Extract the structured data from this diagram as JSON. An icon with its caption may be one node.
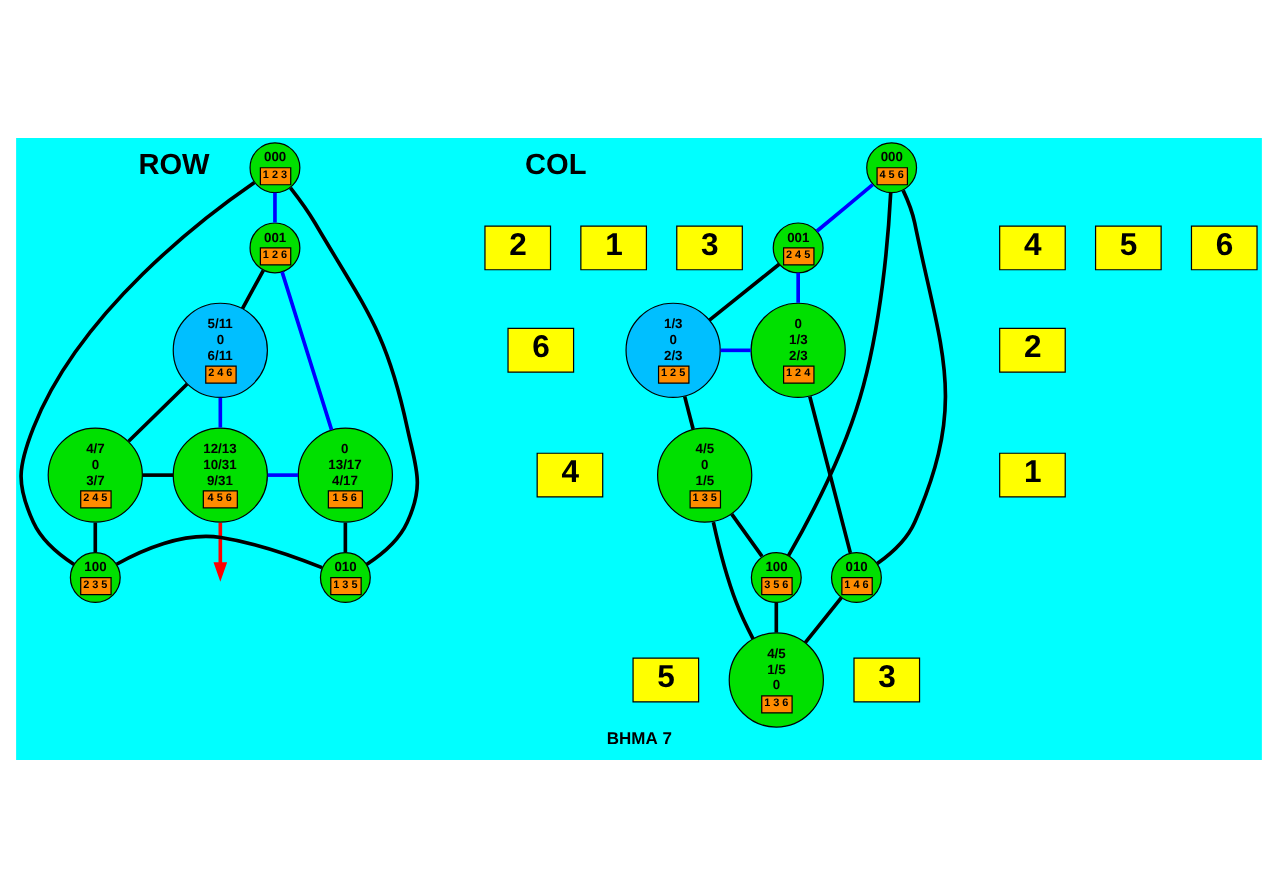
{
  "diagram": {
    "caption": "ΒΗΜΑ 7",
    "nodes": [
      {
        "text": [
          "000",
          "1 2 3"
        ]
      },
      {
        "text": [
          "001",
          "1 2 6"
        ]
      },
      {
        "text": [
          "5/11",
          "0",
          "6/11",
          "2 4 6"
        ]
      },
      {
        "text": [
          "4/7",
          "0",
          "3/7",
          "2 4 5"
        ]
      },
      {
        "text": [
          "12/13",
          "10/31",
          "9/31",
          "4 5 6"
        ]
      },
      {
        "text": [
          "0",
          "13/17",
          "4/17",
          "1 5 6"
        ]
      },
      {
        "text": [
          "100",
          "2 3 5"
        ]
      },
      {
        "text": [
          "010",
          "1 3 5"
        ]
      },
      {
        "text": [
          "000",
          "4 5 6"
        ]
      },
      {
        "text": [
          "001",
          "2 4 5"
        ]
      },
      {
        "text": [
          "1/3",
          "0",
          "2/3",
          "1 2 5"
        ]
      },
      {
        "text": [
          "0",
          "1/3",
          "2/3",
          "1 2 4"
        ]
      },
      {
        "text": [
          "4/5",
          "0",
          "1/5",
          "1 3 5"
        ]
      },
      {
        "text": [
          "4/5",
          "1/5",
          "0",
          "1 3 6"
        ]
      },
      {
        "text": [
          "100",
          "3 5 6"
        ]
      },
      {
        "text": [
          "010",
          "1 4 6"
        ]
      },
      {
        "text": [
          "2"
        ]
      },
      {
        "text": [
          "1"
        ]
      },
      {
        "text": [
          "6"
        ]
      },
      {
        "text": [
          "4"
        ]
      },
      {
        "text": [
          "5"
        ]
      },
      {
        "text": [
          "3"
        ]
      },
      {
        "text": [
          "4"
        ]
      },
      {
        "text": [
          "5"
        ]
      },
      {
        "text": [
          "2"
        ]
      },
      {
        "text": [
          "1"
        ]
      },
      {
        "text": [
          "3"
        ]
      },
      {
        "text": [
          "6"
        ]
      }
    ],
    "edges": [
      {
        "from": 0,
        "to": 6,
        "arrow": "none"
      },
      {
        "from": 0,
        "to": 7,
        "arrow": "none"
      },
      {
        "from": 0,
        "to": 1,
        "arrow": "none",
        "color": "#0000ff"
      },
      {
        "from": 1,
        "to": 2,
        "arrow": "none"
      },
      {
        "from": 1,
        "to": 5,
        "arrow": "none",
        "color": "#0000ff"
      },
      {
        "from": 2,
        "to": 3,
        "arrow": "none"
      },
      {
        "from": 2,
        "to": 4,
        "arrow": "none",
        "color": "#0000ff"
      },
      {
        "from": 3,
        "to": 4,
        "arrow": "none"
      },
      {
        "from": 3,
        "to": 6,
        "arrow": "none"
      },
      {
        "from": 4,
        "to": 5,
        "arrow": "none",
        "color": "#0000ff"
      },
      {
        "from": 5,
        "to": 7,
        "arrow": "none"
      },
      {
        "from": 6,
        "to": 7,
        "arrow": "none"
      },
      {
        "from": 4,
        "to": null,
        "arrow": "to",
        "color": "#ff0000"
      },
      {
        "from": 8,
        "to": 14,
        "arrow": "none"
      },
      {
        "from": 8,
        "to": 15,
        "arrow": "none"
      },
      {
        "from": 8,
        "to": 9,
        "arrow": "none",
        "color": "#0000ff"
      },
      {
        "from": 9,
        "to": 10,
        "arrow": "none"
      },
      {
        "from": 9,
        "to": 11,
        "arrow": "none",
        "color": "#0000ff"
      },
      {
        "from": 10,
        "to": 11,
        "arrow": "none",
        "color": "#0000ff"
      },
      {
        "from": 10,
        "to": 12,
        "arrow": "none"
      },
      {
        "from": 11,
        "to": 15,
        "arrow": "none"
      },
      {
        "from": 12,
        "to": 14,
        "arrow": "none"
      },
      {
        "from": 12,
        "to": 13,
        "arrow": "none"
      },
      {
        "from": 14,
        "to": 13,
        "arrow": "none"
      },
      {
        "from": 13,
        "to": 15,
        "arrow": "none"
      }
    ],
    "labels": [
      "ROW",
      "COL"
    ]
  }
}
